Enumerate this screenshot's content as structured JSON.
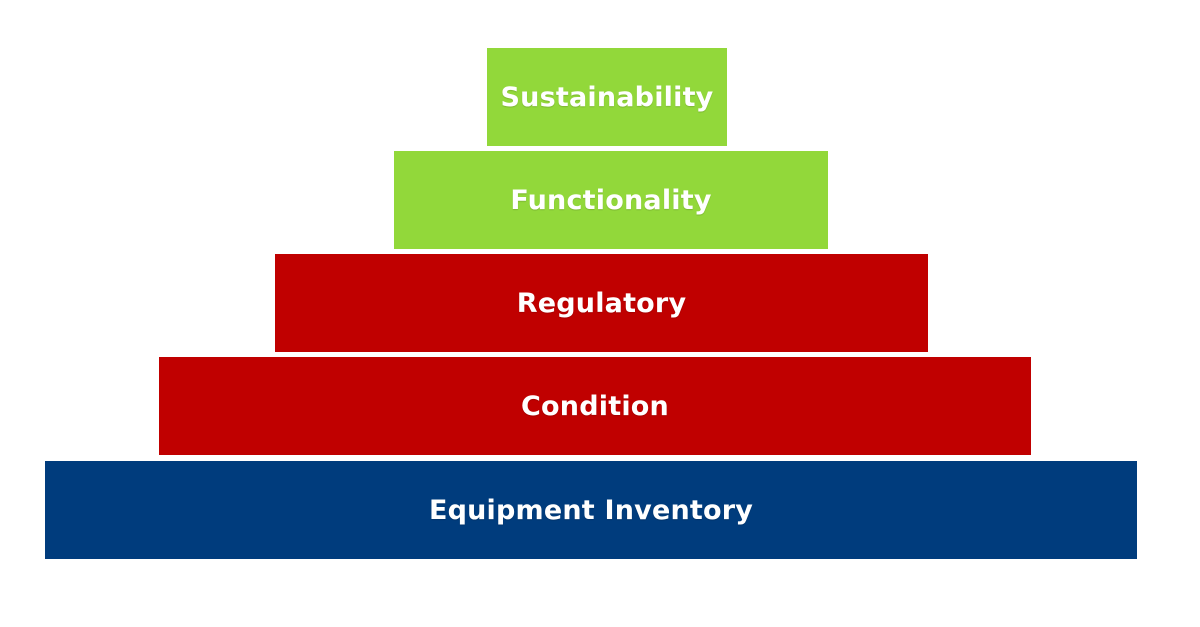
{
  "pyramid": {
    "tiers": [
      {
        "label": "Sustainability",
        "color": "#92D83A"
      },
      {
        "label": "Functionality",
        "color": "#92D83A"
      },
      {
        "label": "Regulatory",
        "color": "#C00000"
      },
      {
        "label": "Condition",
        "color": "#C00000"
      },
      {
        "label": "Equipment Inventory",
        "color": "#003C7D"
      }
    ]
  }
}
